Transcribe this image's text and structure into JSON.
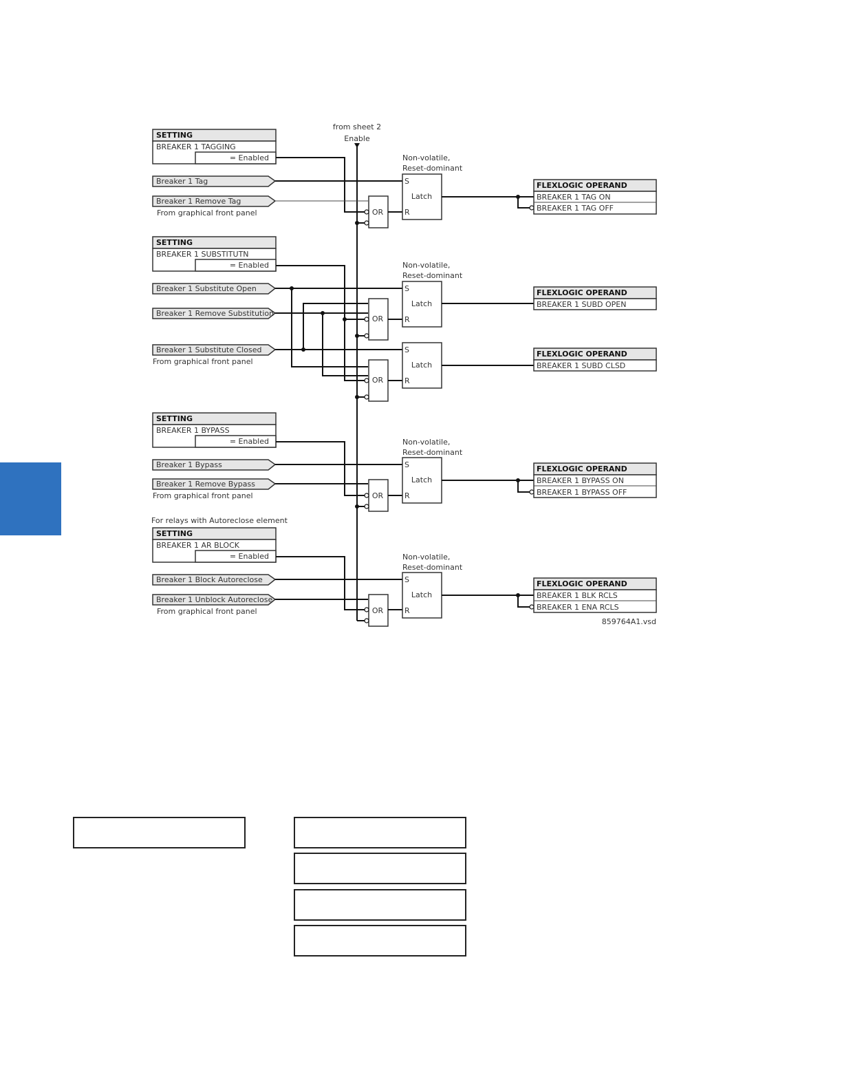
{
  "diagram": {
    "from_sheet": "from sheet 2",
    "enable": "Enable",
    "latch_header_1": "Non-volatile,",
    "latch_header_2": "Reset-dominant",
    "latch_label": "Latch",
    "set_pin": "S",
    "reset_pin": "R",
    "or_label": "OR",
    "setting_header": "SETTING",
    "enabled_value": "= Enabled",
    "flexlogic_header": "FLEXLOGIC OPERAND",
    "front_panel_note": "From graphical front panel",
    "figure_id": "859764A1.vsd",
    "autoreclose_note": "For relays with Autoreclose element",
    "settings": {
      "tagging": "BREAKER 1 TAGGING",
      "substitutn": "BREAKER 1 SUBSTITUTN",
      "bypass": "BREAKER 1 BYPASS",
      "ar_block": "BREAKER 1 AR BLOCK"
    },
    "inputs": {
      "tag": "Breaker 1 Tag",
      "remove_tag": "Breaker 1 Remove Tag",
      "sub_open": "Breaker 1 Substitute Open",
      "remove_sub": "Breaker 1 Remove Substitution",
      "sub_closed": "Breaker 1 Substitute Closed",
      "bypass": "Breaker 1 Bypass",
      "remove_bypass": "Breaker 1 Remove Bypass",
      "block_ar": "Breaker 1 Block Autoreclose",
      "unblock_ar": "Breaker 1 Unblock Autoreclose"
    },
    "operands": {
      "tag_on": "BREAKER 1 TAG ON",
      "tag_off": "BREAKER 1 TAG OFF",
      "subd_open": "BREAKER 1 SUBD OPEN",
      "subd_clsd": "BREAKER 1 SUBD CLSD",
      "bypass_on": "BREAKER 1 BYPASS ON",
      "bypass_off": "BREAKER 1 BYPASS OFF",
      "blk_rcls": "BREAKER 1 BLK RCLS",
      "ena_rcls": "BREAKER 1 ENA RCLS"
    }
  },
  "colors": {
    "side_tab": "#2f72bf"
  }
}
